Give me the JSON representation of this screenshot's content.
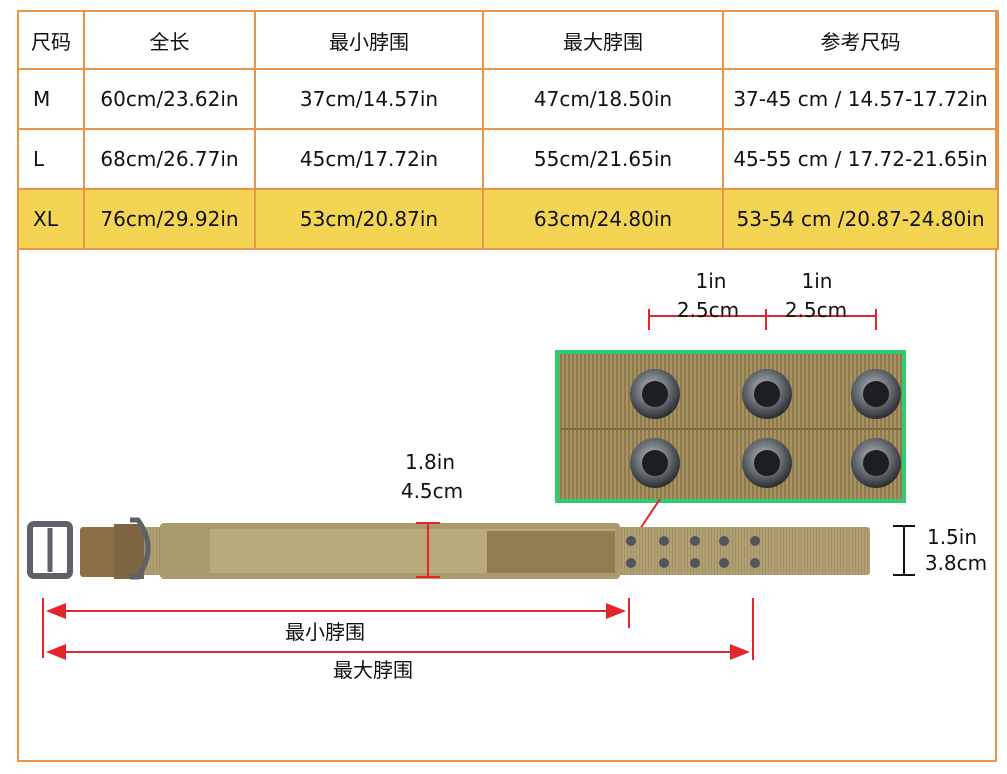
{
  "table": {
    "headers": [
      "尺码",
      "全长",
      "最小脖围",
      "最大脖围",
      "参考尺码"
    ],
    "rows": [
      [
        "M",
        "60cm/23.62in",
        "37cm/14.57in",
        "47cm/18.50in",
        "37-45 cm / 14.57-17.72in"
      ],
      [
        "L",
        "68cm/26.77in",
        "45cm/17.72in",
        "55cm/21.65in",
        "45-55 cm / 17.72-21.65in"
      ],
      [
        "XL",
        "76cm/29.92in",
        "53cm/20.87in",
        "63cm/24.80in",
        "53-54 cm /20.87-24.80in"
      ]
    ],
    "highlight_row": 2,
    "border_color": "#e8944a",
    "highlight_color": "#f3d453"
  },
  "diagram": {
    "hole_spacing_1": {
      "in": "1in",
      "cm": "2.5cm"
    },
    "hole_spacing_2": {
      "in": "1in",
      "cm": "2.5cm"
    },
    "pad_width": {
      "in": "1.8in",
      "cm": "4.5cm"
    },
    "strap_width": {
      "in": "1.5in",
      "cm": "3.8cm"
    },
    "min_neck_label": "最小脖围",
    "max_neck_label": "最大脖围",
    "collar_color": "#a9986a",
    "zoom_border_color": "#2ecc71",
    "dimension_color": "#e3262c"
  }
}
